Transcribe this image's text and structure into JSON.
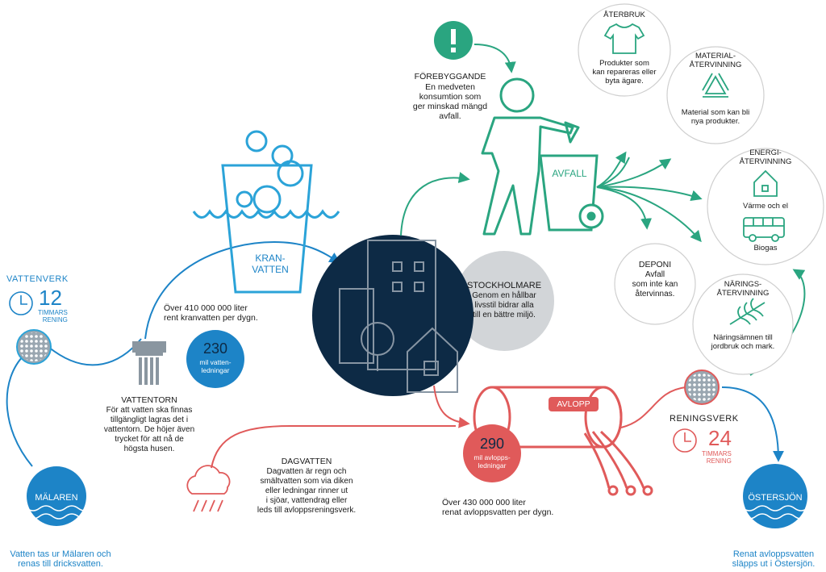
{
  "colors": {
    "blue": "#1d84c7",
    "light_blue": "#2ba3d8",
    "navy": "#0d2a45",
    "green": "#2aa580",
    "red": "#e05a5a",
    "grey_circle": "#d7dadc"
  },
  "icons": [
    "clock-icon",
    "filter-icon",
    "water-tower-icon",
    "glass-icon",
    "buildings-icon",
    "trash-person-icon",
    "bin-icon",
    "tshirt-icon",
    "recycle-icon",
    "house-icon",
    "bus-icon",
    "wheat-icon",
    "cloud-rain-icon",
    "exclamation-icon",
    "pipe-icon"
  ],
  "vattenverk": {
    "title": "VATTENVERK",
    "number": "12",
    "unit": "TIMMARS\nRENING"
  },
  "malaren": {
    "label": "MÄLAREN",
    "caption": "Vatten tas ur Mälaren och\nrenas till dricksvatten."
  },
  "vattentorn": {
    "title": "VATTENTORN",
    "text": "För att vatten ska finnas\ntillgängligt lagras det i\nvattentorn. De höjer även\ntrycket för att nå de\nhögsta husen."
  },
  "kranvatten": {
    "label": "KRAN-\nVATTEN",
    "text": "Över 410 000 000 liter\nrent kranvatten per dygn.",
    "pipes_number": "230",
    "pipes_unit": "mil vatten-\nledningar"
  },
  "stockholmare": {
    "title": "STOCKHOLMARE",
    "text": "Genom en hållbar\nlivsstil bidrar alla\ntill en bättre miljö."
  },
  "forebyggande": {
    "title": "FÖREBYGGANDE",
    "text": "En medveten\nkonsumtion som\nger minskad mängd\navfall.",
    "mark": "!"
  },
  "avfall": {
    "label": "AVFALL"
  },
  "aterbruk": {
    "title": "ÅTERBRUK",
    "text": "Produkter som\nkan repareras eller\nbyta ägare."
  },
  "materialatervinning": {
    "title": "MATERIAL-\nÅTERVINNING",
    "text": "Material som kan bli\nnya produkter."
  },
  "energiatervinning": {
    "title": "ENERGI-\nÅTERVINNING",
    "text1": "Värme och el",
    "text2": "Biogas"
  },
  "deponi": {
    "title": "DEPONI",
    "text": "Avfall\nsom inte kan\nåtervinnas."
  },
  "naringsatervinning": {
    "title": "NÄRINGS-\nÅTERVINNING",
    "text": "Näringsämnen till\njordbruk och mark."
  },
  "dagvatten": {
    "title": "DAGVATTEN",
    "text": "Dagvatten är regn och\nsmältvatten som via diken\neller ledningar rinner ut\ni sjöar, vattendrag eller\nleds till avloppsreningsverk."
  },
  "avlopp": {
    "label": "AVLOPP",
    "pipes_number": "290",
    "pipes_unit": "mil avlopps-\nledningar",
    "text": "Över 430 000 000 liter\nrenat avloppsvatten per dygn."
  },
  "reningsverk": {
    "title": "RENINGSVERK",
    "number": "24",
    "unit": "TIMMARS\nRENING"
  },
  "ostersjon": {
    "label": "ÖSTERSJÖN",
    "caption": "Renat avloppsvatten\nsläpps ut i Östersjön."
  }
}
